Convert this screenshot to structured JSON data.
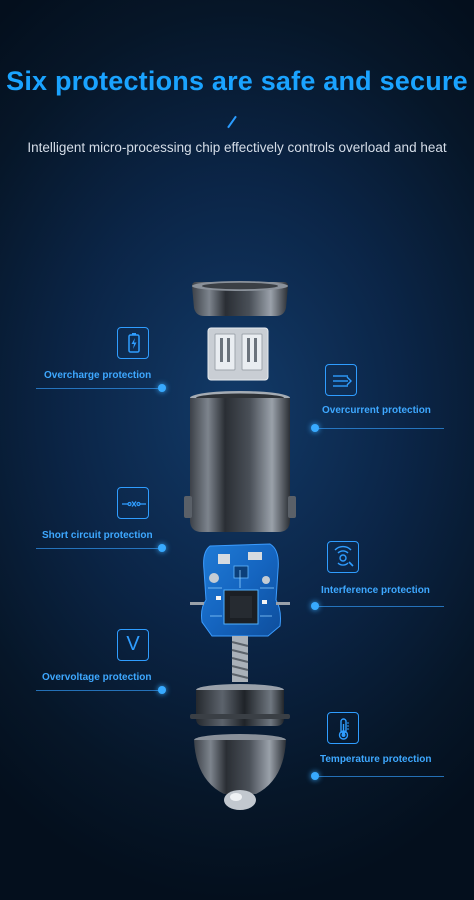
{
  "header": {
    "title": "Six protections are safe and secure",
    "subtitle": "Intelligent micro-processing chip effectively controls overload and heat"
  },
  "features": [
    {
      "label": "Overcharge protection",
      "icon": "battery-charge-icon"
    },
    {
      "label": "Overcurrent protection",
      "icon": "current-lines-icon"
    },
    {
      "label": "Short circuit protection",
      "icon": "short-circuit-icon"
    },
    {
      "label": "Interference protection",
      "icon": "signal-shield-icon"
    },
    {
      "label": "Overvoltage protection",
      "icon": "voltage-v-icon",
      "glyph": "V"
    },
    {
      "label": "Temperature protection",
      "icon": "thermometer-icon"
    }
  ],
  "colors": {
    "accent": "#1aa3ff",
    "label": "#3ea8ff",
    "background": "#0b2547"
  }
}
